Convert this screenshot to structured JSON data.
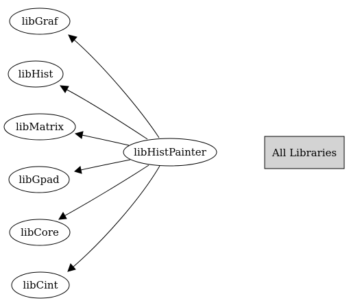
{
  "diagram": {
    "center": {
      "label": "libHistPainter"
    },
    "dependencies": [
      {
        "label": "libGraf"
      },
      {
        "label": "libHist"
      },
      {
        "label": "libMatrix"
      },
      {
        "label": "libGpad"
      },
      {
        "label": "libCore"
      },
      {
        "label": "libCint"
      }
    ],
    "all_libraries": {
      "label": "All Libraries"
    },
    "colors": {
      "box_fill": "#d3d3d3",
      "stroke": "#000000",
      "background": "#ffffff"
    }
  }
}
